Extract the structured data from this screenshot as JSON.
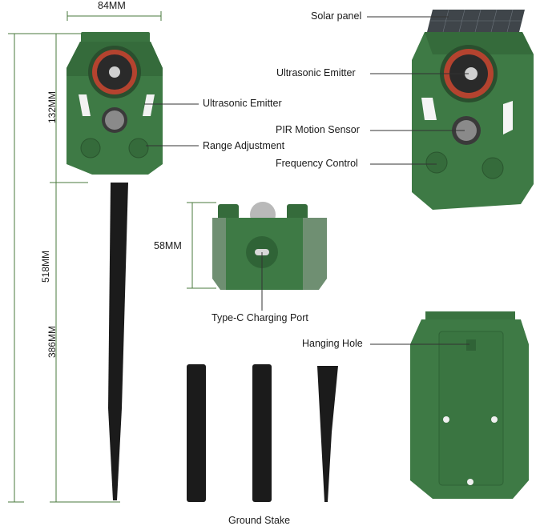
{
  "dimensions": {
    "width": "84MM",
    "head_height": "132MM",
    "total_height": "518MM",
    "stake_height": "386MM",
    "base_height": "58MM"
  },
  "callouts": {
    "solar_panel": "Solar panel",
    "ultrasonic_emitter_right": "Ultrasonic Emitter",
    "ultrasonic_emitter_left": "Ultrasonic Emitter",
    "range_adjustment": "Range Adjustment",
    "pir_motion_sensor": "PIR Motion Sensor",
    "frequency_control": "Frequency Control",
    "type_c_port": "Type-C Charging Port",
    "hanging_hole": "Hanging Hole",
    "ground_stake": "Ground Stake"
  },
  "colors": {
    "body_green": "#3e7a45",
    "dark_green": "#2d5e33",
    "speaker_red": "#b4432f",
    "stake_black": "#1b1b1b",
    "dim_line": "#4a7a3c"
  }
}
